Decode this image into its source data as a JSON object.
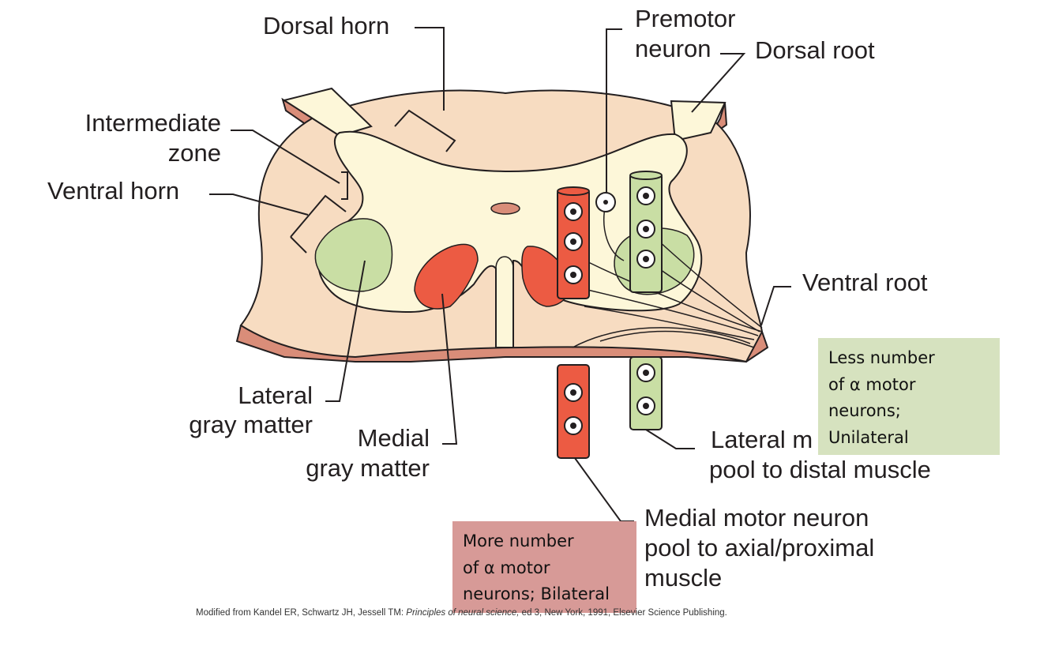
{
  "labels": {
    "dorsal_horn": "Dorsal horn",
    "premotor_neuron_line1": "Premotor",
    "premotor_neuron_line2": "neuron",
    "dorsal_root": "Dorsal root",
    "intermediate_zone_line1": "Intermediate",
    "intermediate_zone_line2": "zone",
    "ventral_horn": "Ventral horn",
    "ventral_root": "Ventral root",
    "lateral_gray_line1": "Lateral",
    "lateral_gray_line2": "gray matter",
    "medial_gray_line1": "Medial",
    "medial_gray_line2": "gray matter",
    "lateral_pool_line1": "Lateral m",
    "lateral_pool_line2": "pool to distal muscle",
    "medial_pool_line1": "Medial motor neuron",
    "medial_pool_line2": "pool to axial/proximal",
    "medial_pool_line3": "muscle"
  },
  "notes": {
    "lateral": {
      "line1": "Less number",
      "line2": "of  α motor",
      "line3": "neurons;",
      "line4": "Unilateral"
    },
    "medial": {
      "line1": "More number",
      "line2": "of α motor",
      "line3": "neurons; Bilateral"
    }
  },
  "citation": {
    "prefix": "Modified from Kandel ER, Schwartz JH, Jessell TM: ",
    "title": "Principles of neural science,",
    "suffix": " ed 3, New York, 1991, Elsevier Science Publishing."
  },
  "colors": {
    "white_matter": "#f7dcc1",
    "gray_matter": "#fdf7d9",
    "cut_edge": "#d98d79",
    "lateral_pool": "#c9dea4",
    "medial_pool": "#ec5b43",
    "green_note": "#d6e2bf",
    "red_note": "#d79a97"
  }
}
